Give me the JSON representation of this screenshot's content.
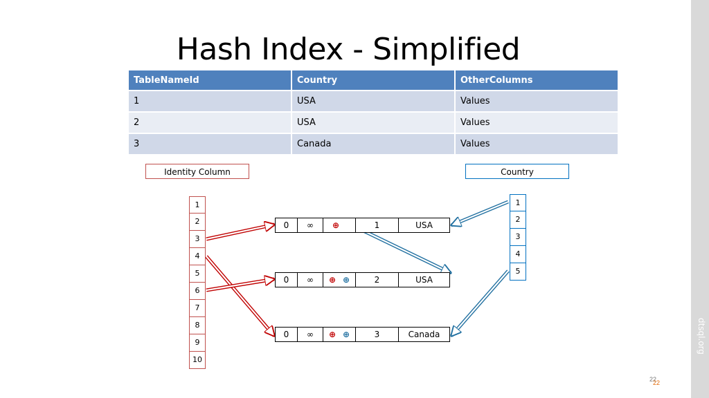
{
  "title": "Hash Index - Simplified",
  "table": {
    "headers": [
      "TableNameId",
      "Country",
      "OtherColumns"
    ],
    "rows": [
      [
        "1",
        "USA",
        "Values"
      ],
      [
        "2",
        "USA",
        "Values"
      ],
      [
        "3",
        "Canada",
        "Values"
      ]
    ]
  },
  "labels": {
    "identity": "Identity Column",
    "country": "Country"
  },
  "identity_cells": [
    "1",
    "2",
    "3",
    "4",
    "5",
    "6",
    "7",
    "8",
    "9",
    "10"
  ],
  "country_cells": [
    "1",
    "2",
    "3",
    "4",
    "5"
  ],
  "buckets": [
    {
      "a": "0",
      "b": "∞",
      "ptr1": "⊕",
      "ptr2": "",
      "id": "1",
      "country": "USA"
    },
    {
      "a": "0",
      "b": "∞",
      "ptr1": "⊕",
      "ptr2": "⊕",
      "id": "2",
      "country": "USA"
    },
    {
      "a": "0",
      "b": "∞",
      "ptr1": "⊕",
      "ptr2": "⊕",
      "id": "3",
      "country": "Canada"
    }
  ],
  "sidebar_text": "dtsql.org",
  "page_number": "22",
  "colors": {
    "header": "#4f81bd",
    "red": "#c0504d",
    "blue": "#0070c0"
  }
}
